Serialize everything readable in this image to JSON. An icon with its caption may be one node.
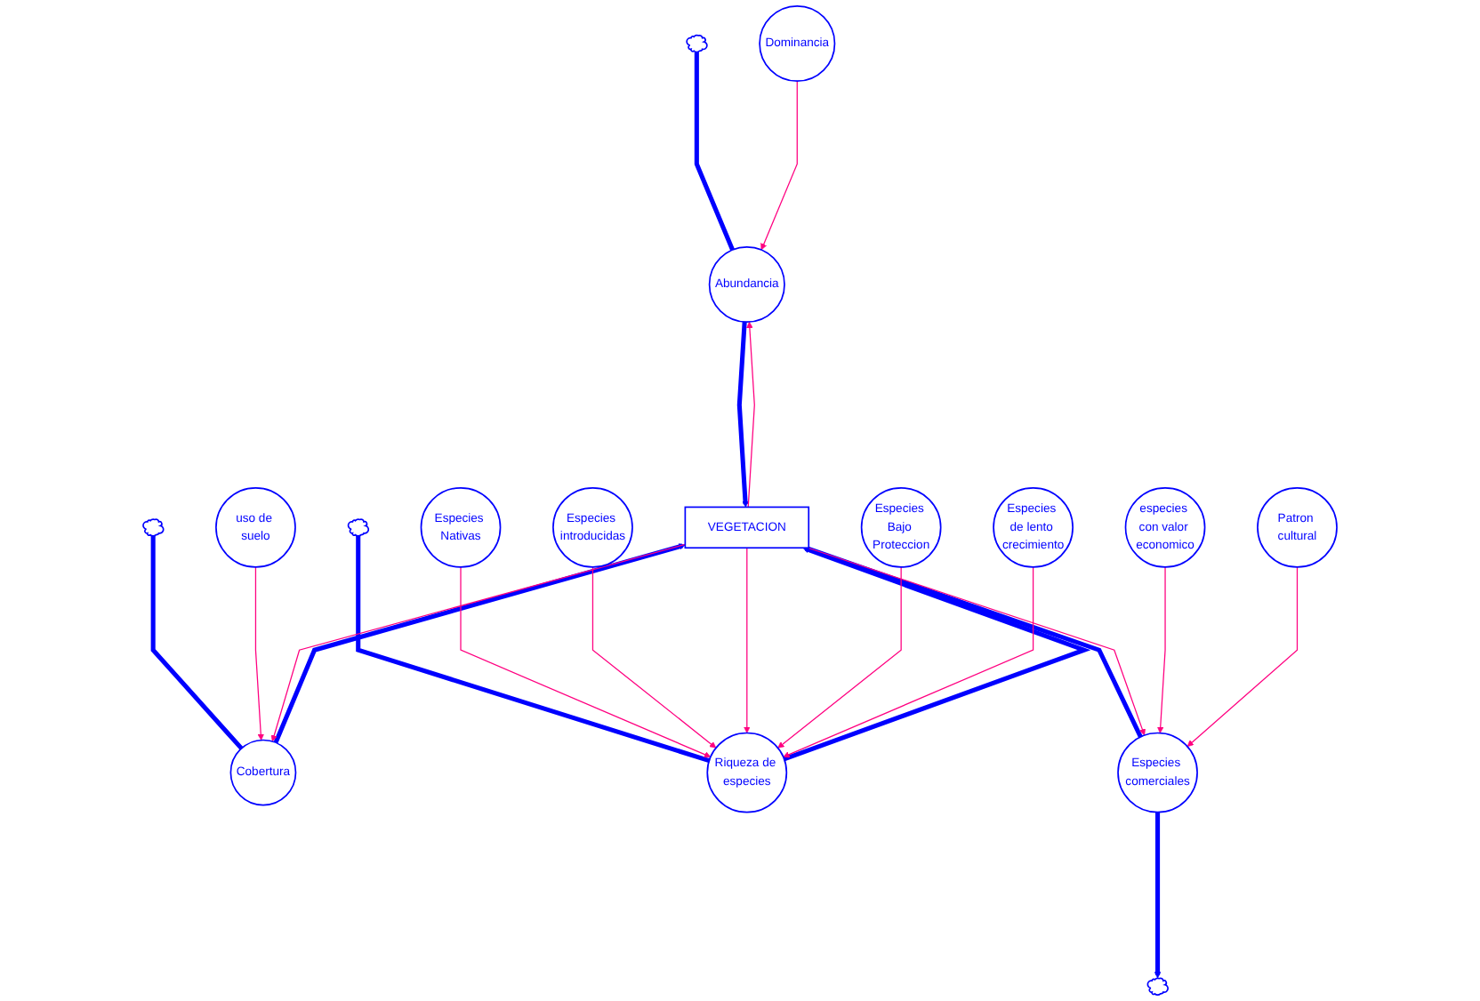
{
  "diagram": {
    "nodes": [
      {
        "text": [
          "VEGETACION"
        ]
      },
      {
        "text": [
          "Abundancia"
        ]
      },
      {
        "text": [
          "Cobertura"
        ]
      },
      {
        "text": [
          "Riqueza de especies"
        ]
      },
      {
        "text": [
          "Especies comerciales"
        ]
      },
      {
        "text": [
          "uso de suelo"
        ]
      },
      {
        "text": [
          "Dominancia"
        ]
      },
      {
        "text": [
          "especies con valor economico"
        ]
      },
      {
        "text": [
          "Especies Nativas"
        ]
      },
      {
        "text": [
          "Especies Bajo Proteccion"
        ]
      },
      {
        "text": [
          "Especies introducidas"
        ]
      },
      {
        "text": [
          "Especies de lento crecimiento"
        ]
      },
      {
        "text": [
          "Patron cultural"
        ]
      },
      {
        "text": [],
        "shape": "cloud"
      },
      {
        "text": [],
        "shape": "cloud"
      },
      {
        "text": [],
        "shape": "cloud"
      },
      {
        "text": [],
        "shape": "cloud"
      }
    ],
    "edges": [
      {
        "from": 13,
        "to": 1,
        "arrow": "none",
        "style": "thick",
        "color": "#0000ff"
      },
      {
        "from": 1,
        "to": 0,
        "arrow": "to",
        "style": "thick",
        "color": "#0000ff"
      },
      {
        "from": 14,
        "to": 2,
        "arrow": "none",
        "style": "thick",
        "color": "#0000ff"
      },
      {
        "from": 2,
        "to": 0,
        "arrow": "to",
        "style": "thick",
        "color": "#0000ff"
      },
      {
        "from": 15,
        "to": 3,
        "arrow": "none",
        "style": "thick",
        "color": "#0000ff"
      },
      {
        "from": 3,
        "to": 0,
        "arrow": "to",
        "style": "thick",
        "color": "#0000ff"
      },
      {
        "from": 0,
        "to": 4,
        "arrow": "none",
        "style": "thick",
        "color": "#0000ff"
      },
      {
        "from": 4,
        "to": 16,
        "arrow": "to",
        "style": "thick",
        "color": "#0000ff"
      },
      {
        "from": 5,
        "to": 2,
        "arrow": "to"
      },
      {
        "from": 6,
        "to": 1,
        "arrow": "to"
      },
      {
        "from": 0,
        "to": 1,
        "arrow": "to"
      },
      {
        "from": 0,
        "to": 2,
        "arrow": "to"
      },
      {
        "from": 0,
        "to": 4,
        "arrow": "to"
      },
      {
        "from": 7,
        "to": 4,
        "arrow": "to"
      },
      {
        "from": 12,
        "to": 4,
        "arrow": "to"
      },
      {
        "from": 8,
        "to": 3,
        "arrow": "to"
      },
      {
        "from": 10,
        "to": 3,
        "arrow": "to"
      },
      {
        "from": 0,
        "to": 3,
        "arrow": "to"
      },
      {
        "from": 9,
        "to": 3,
        "arrow": "to"
      },
      {
        "from": 11,
        "to": 3,
        "arrow": "to"
      }
    ]
  }
}
